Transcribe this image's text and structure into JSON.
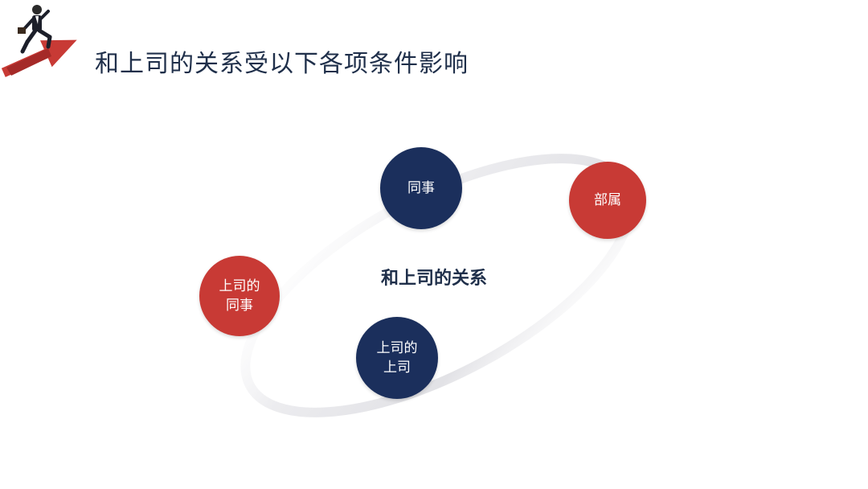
{
  "header": {
    "title": "和上司的关系受以下各项条件影响"
  },
  "diagram": {
    "center_label": "和上司的关系",
    "nodes": [
      {
        "label": "同事"
      },
      {
        "label": "部属"
      },
      {
        "label": "上司的\n同事"
      },
      {
        "label": "上司的\n上司"
      }
    ]
  },
  "colors": {
    "navy": "#1b2f5c",
    "red": "#c83a35",
    "title": "#1f2f4a",
    "ring": "#e6e6e9"
  },
  "icons": {
    "logo": "running-businessman-arrow-icon"
  }
}
